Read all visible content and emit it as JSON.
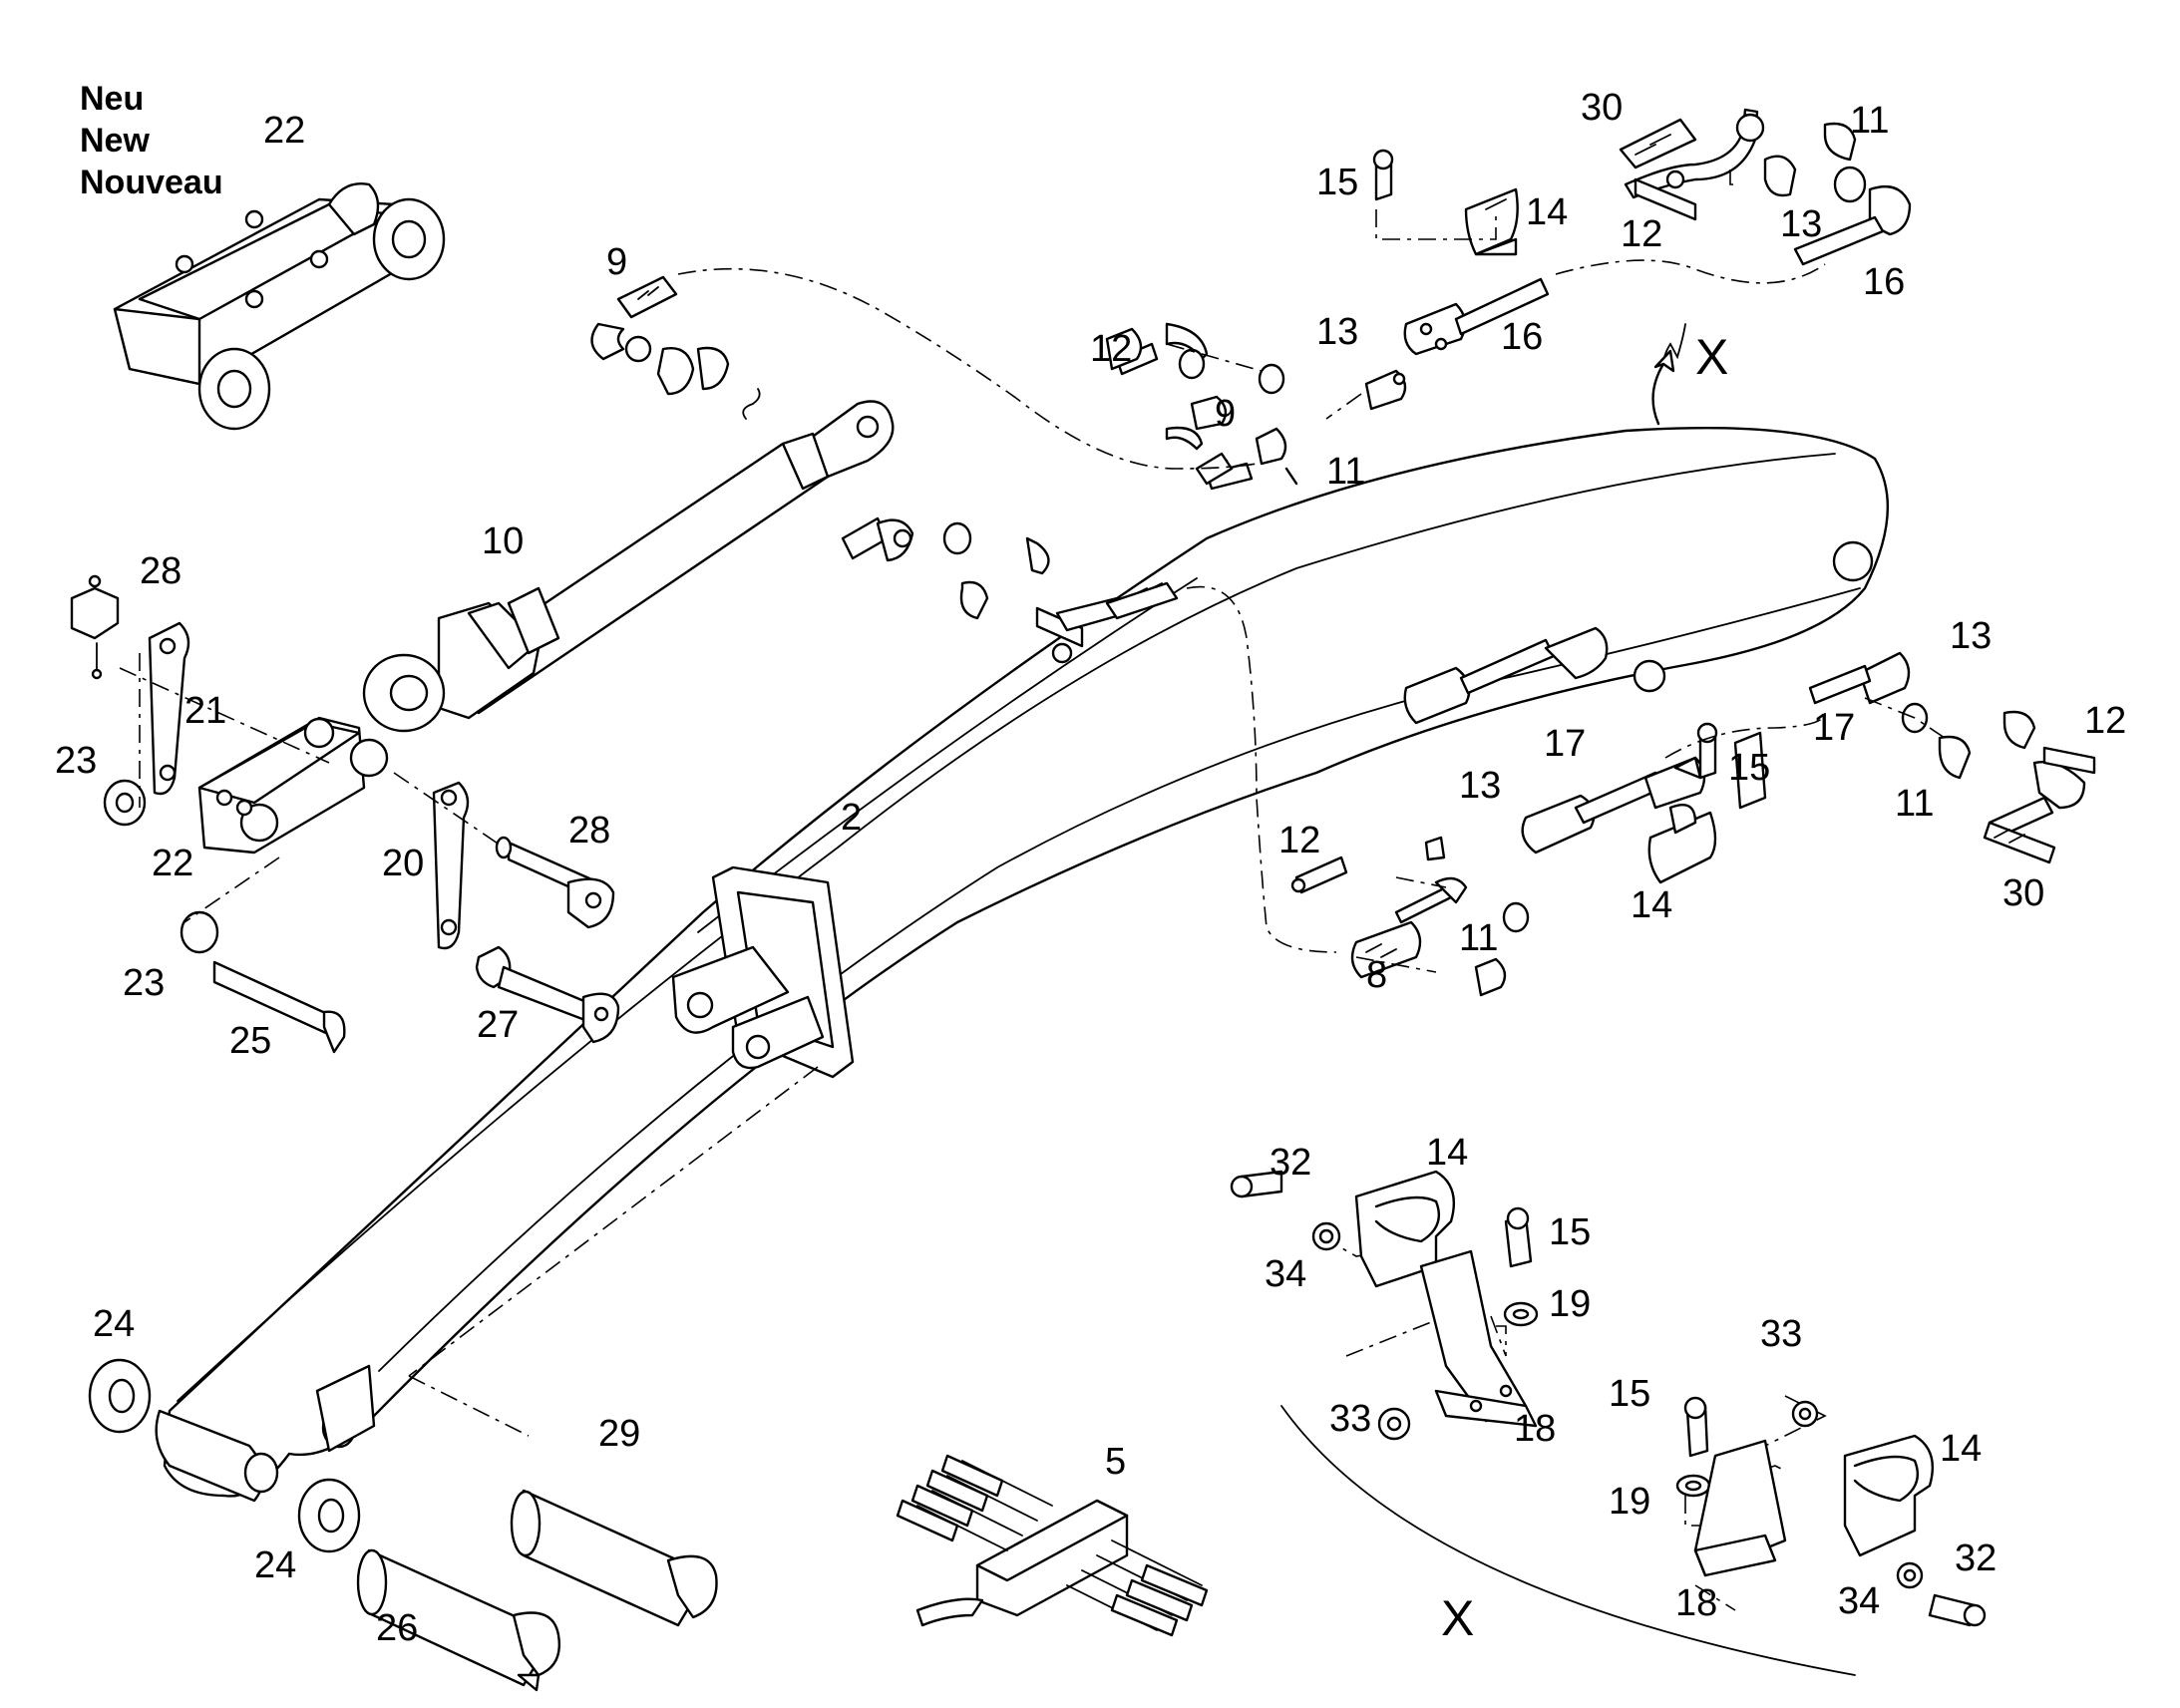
{
  "new_note": [
    "Neu",
    "New",
    "Nouveau"
  ],
  "view_marker": "X",
  "callouts": {
    "c22_top": "22",
    "c9_a": "9",
    "c10": "10",
    "c28_a": "28",
    "c21": "21",
    "c23_a": "23",
    "c22_b": "22",
    "c20": "20",
    "c28_b": "28",
    "c23_b": "23",
    "c25": "25",
    "c27": "27",
    "c2": "2",
    "c24_a": "24",
    "c24_b": "24",
    "c26": "26",
    "c29": "29",
    "c5": "5",
    "c15_a": "15",
    "c14_a": "14",
    "c30_a": "30",
    "c11_a": "11",
    "c12_a": "12",
    "c13_a": "13",
    "c16_a": "16",
    "c12_b": "12",
    "c13_b": "13",
    "c16_b": "16",
    "c9_b": "9",
    "c11_b": "11",
    "c13_c": "13",
    "c17_a": "17",
    "c12_c": "12",
    "c17_b": "17",
    "c15_b": "15",
    "c13_d": "13",
    "c11_c": "11",
    "c12_d": "12",
    "c14_b": "14",
    "c30_b": "30",
    "c8": "8",
    "c11_d": "11",
    "c32_a": "32",
    "c14_c": "14",
    "c15_c": "15",
    "c34_a": "34",
    "c19_a": "19",
    "c33_a": "33",
    "c18_a": "18",
    "c33_b": "33",
    "c15_d": "15",
    "c14_d": "14",
    "c19_b": "19",
    "c32_b": "32",
    "c18_b": "18",
    "c34_b": "34"
  }
}
